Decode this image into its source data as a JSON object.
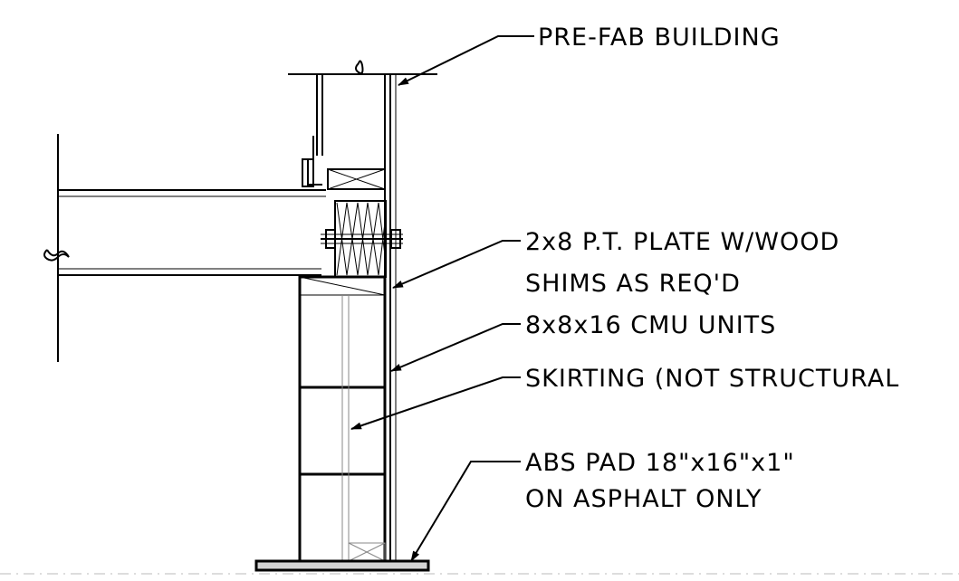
{
  "callouts": {
    "prefab_building": "PRE-FAB BUILDING",
    "plate_line1": "2x8 P.T. PLATE W/WOOD",
    "plate_line2": "SHIMS AS REQ'D",
    "cmu_units": "8x8x16 CMU UNITS",
    "skirting": "SKIRTING (NOT STRUCTURAL",
    "abs_pad_line1": "ABS PAD 18\"x16\"x1\"",
    "abs_pad_line2": "ON ASPHALT ONLY"
  }
}
